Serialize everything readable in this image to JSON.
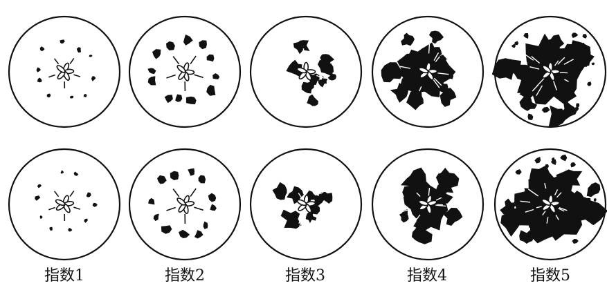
{
  "figure": {
    "ink_color": "#111111",
    "background_color": "#ffffff",
    "columns": [
      {
        "label": "指数1",
        "severity": 1
      },
      {
        "label": "指数2",
        "severity": 2
      },
      {
        "label": "指数3",
        "severity": 3
      },
      {
        "label": "指数4",
        "severity": 4
      },
      {
        "label": "指数5",
        "severity": 5
      }
    ]
  }
}
